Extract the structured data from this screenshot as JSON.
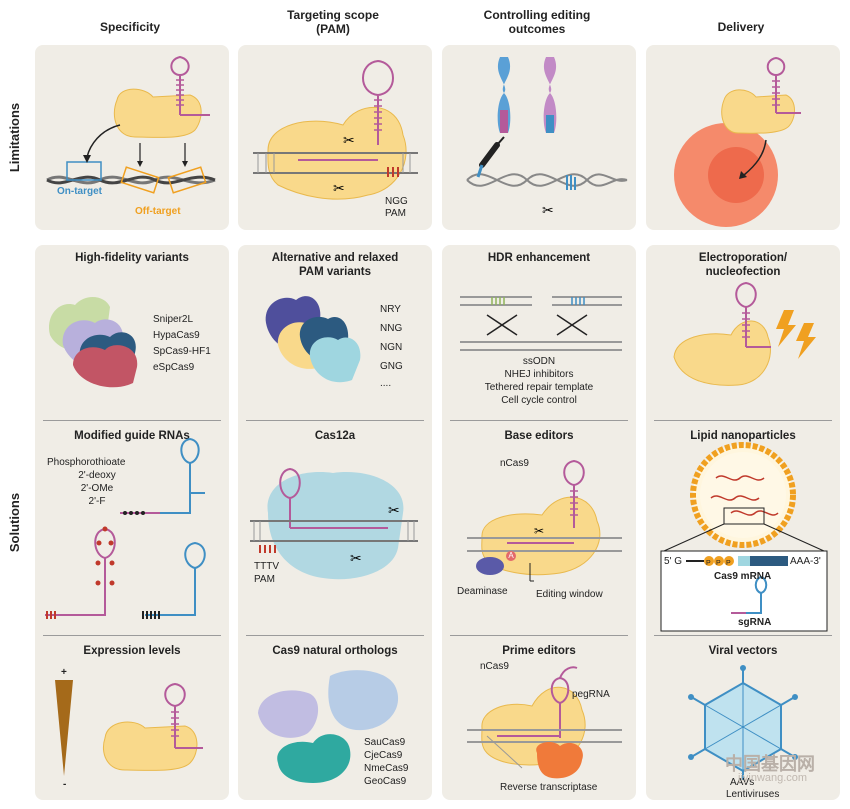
{
  "headers": {
    "specificity": "Specificity",
    "targeting": "Targeting scope\n(PAM)",
    "controlling": "Controlling editing\noutcomes",
    "delivery": "Delivery"
  },
  "rows": {
    "limitations": "Limitations",
    "solutions": "Solutions"
  },
  "limitations": {
    "on_target": "On-target",
    "off_target": "Off-target",
    "ngg": "NGG",
    "pam": "PAM"
  },
  "specificity": {
    "hifi_title": "High-fidelity variants",
    "hifi_items": [
      "Sniper2L",
      "HypaCas9",
      "SpCas9-HF1",
      "eSpCas9"
    ],
    "guide_title": "Modified guide RNAs",
    "guide_items": [
      "Phosphorothioate",
      "2'-deoxy",
      "2'-OMe",
      "2'-F"
    ],
    "expr_title": "Expression levels",
    "plus": "+",
    "minus": "-"
  },
  "targeting": {
    "pam_title": "Alternative and relaxed\nPAM variants",
    "pam_items": [
      "NRY",
      "NNG",
      "NGN",
      "GNG",
      "...."
    ],
    "cas12_title": "Cas12a",
    "tttv": "TTTV",
    "pam": "PAM",
    "ortho_title": "Cas9 natural orthologs",
    "ortho_items": [
      "SauCas9",
      "CjeCas9",
      "NmeCas9",
      "GeoCas9"
    ]
  },
  "controlling": {
    "hdr_title": "HDR enhancement",
    "hdr_items": [
      "ssODN",
      "NHEJ inhibitors",
      "Tethered repair template",
      "Cell cycle control"
    ],
    "base_title": "Base editors",
    "ncas9": "nCas9",
    "a_label": "A",
    "deaminase": "Deaminase",
    "editing_window": "Editing window",
    "prime_title": "Prime editors",
    "prime_ncas9": "nCas9",
    "pegrna": "pegRNA",
    "rt": "Reverse transcriptase"
  },
  "delivery": {
    "electro_title": "Electroporation/\nnucleofection",
    "lnp_title": "Lipid nanoparticles",
    "five_g": "5' G",
    "ppp": [
      "P",
      "P",
      "P"
    ],
    "aaa": "AAA-3'",
    "mrna": "Cas9 mRNA",
    "sgrna": "sgRNA",
    "viral_title": "Viral vectors",
    "aavs": "AAVs",
    "lenti": "Lentiviruses"
  },
  "watermark": {
    "cn": "中国基因网",
    "url": "jiyinwang.com"
  },
  "colors": {
    "panel": "#f0ede6",
    "cas9": "#f9d98b",
    "cas9_edge": "#e9b94d",
    "rna": "#b45a9a",
    "dna_blue": "#3f8fc4",
    "orange": "#f0a020",
    "red": "#c0392b",
    "teal": "#31b0a8"
  }
}
